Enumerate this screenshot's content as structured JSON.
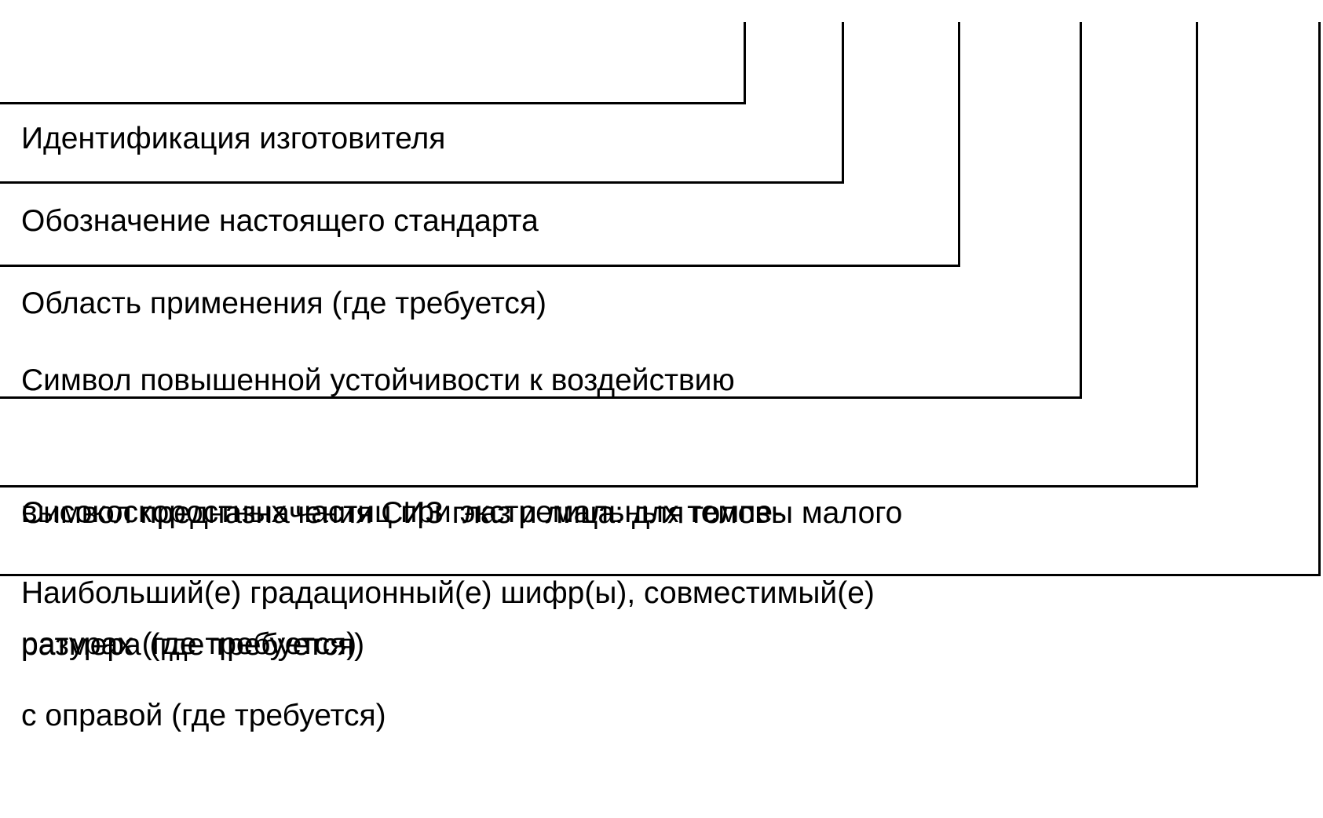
{
  "fields": [
    {
      "id": "manufacturer-identification",
      "lines": [
        "Идентификация изготовителя"
      ]
    },
    {
      "id": "standard-designation",
      "lines": [
        "Обозначение настоящего стандарта"
      ]
    },
    {
      "id": "field-of-use",
      "lines": [
        "Область применения (где требуется)"
      ]
    },
    {
      "id": "high-speed-particles-symbol",
      "lines": [
        "Символ повышенной устойчивости к воздействию",
        "высокоскоростных частиц при экстремальных темпе-",
        "ратурах (где требуется)"
      ]
    },
    {
      "id": "small-head-symbol",
      "lines": [
        "Символ предназначения СИЗ глаз и лица: для головы малого",
        "размера (где требуется)"
      ]
    },
    {
      "id": "scale-number",
      "lines": [
        "Наибольший(е) градационный(е) шифр(ы), совместимый(е)",
        "с оправой (где требуется)"
      ]
    }
  ]
}
